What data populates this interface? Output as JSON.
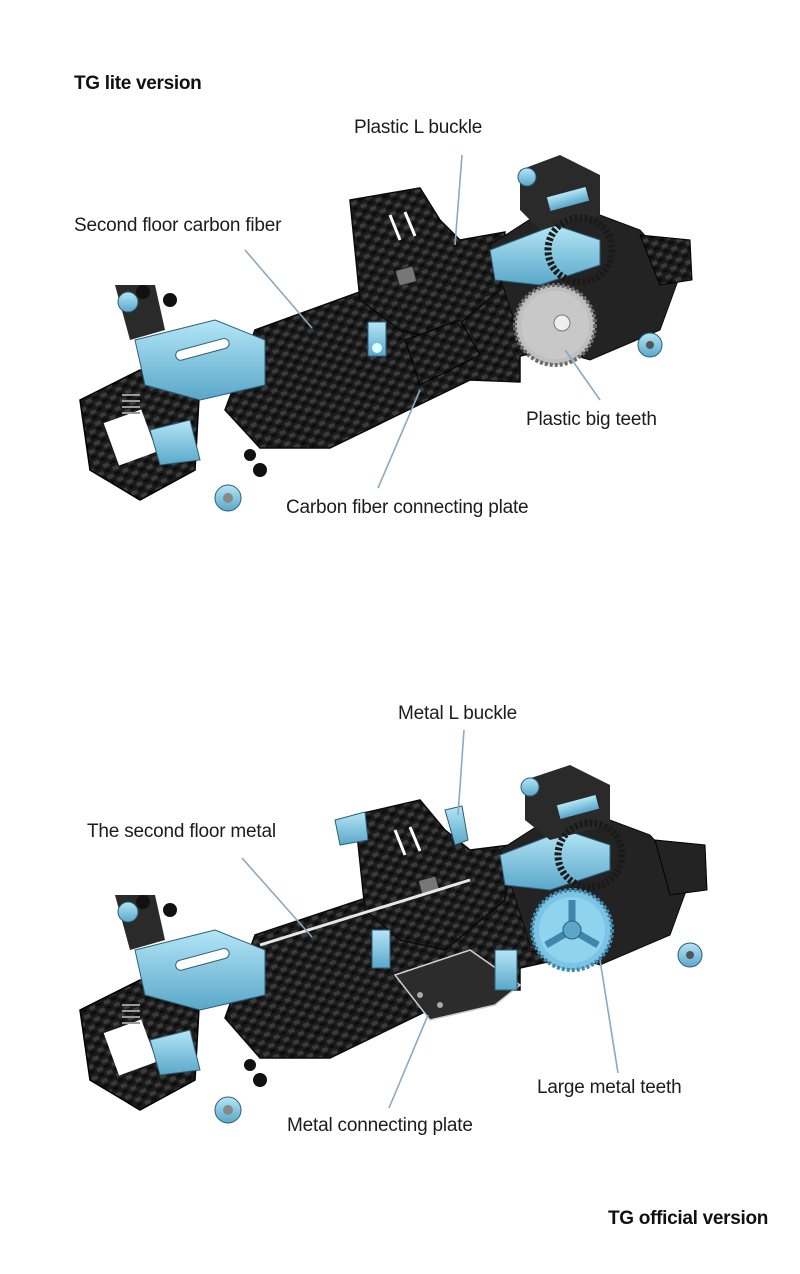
{
  "colors": {
    "background": "#ffffff",
    "text": "#1c1c1c",
    "leader_line": "#8aa9c2",
    "carbon_dark": "#1b1b1b",
    "carbon_weave": "#3a3a3a",
    "aluminium_blue": "#8fd3ee",
    "aluminium_blue_shade": "#5aa7c9",
    "plastic_gear": "#bfbfbf",
    "metal_gear": "#7cc4e6"
  },
  "sections": [
    {
      "title": "TG lite version",
      "labels": {
        "l_buckle": "Plastic L buckle",
        "second_floor": "Second floor carbon fiber",
        "big_teeth": "Plastic big teeth",
        "connecting_plate": "Carbon fiber connecting plate"
      }
    },
    {
      "title": "TG official version",
      "labels": {
        "l_buckle": "Metal L buckle",
        "second_floor": "The second floor metal",
        "big_teeth": "Large metal teeth",
        "connecting_plate": "Metal connecting plate"
      }
    }
  ]
}
